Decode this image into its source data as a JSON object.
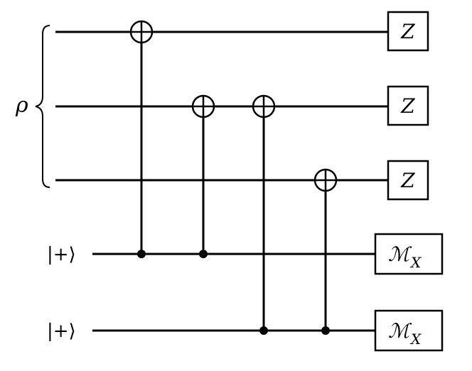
{
  "state_label": "ρ",
  "inputs": [
    {
      "label": "|+⟩"
    },
    {
      "label": "|+⟩"
    }
  ],
  "measurements": [
    {
      "letter": "Z"
    },
    {
      "letter": "Z"
    },
    {
      "letter": "Z"
    },
    {
      "letter": "ℳ",
      "subscript": "X"
    },
    {
      "letter": "ℳ",
      "subscript": "X"
    }
  ],
  "gates": [
    {
      "type": "CNOT",
      "control_qubit": 4,
      "target_qubit": 1
    },
    {
      "type": "CNOT",
      "control_qubit": 4,
      "target_qubit": 2
    },
    {
      "type": "CNOT",
      "control_qubit": 5,
      "target_qubit": 2
    },
    {
      "type": "CNOT",
      "control_qubit": 5,
      "target_qubit": 3
    }
  ]
}
